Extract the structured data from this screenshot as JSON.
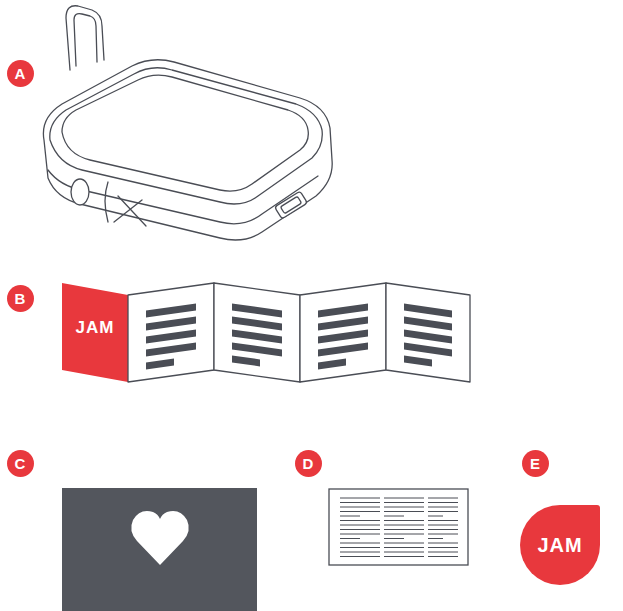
{
  "diagram": {
    "labels": [
      "A",
      "B",
      "C",
      "D",
      "E",
      "JAM",
      "JAM"
    ]
  }
}
